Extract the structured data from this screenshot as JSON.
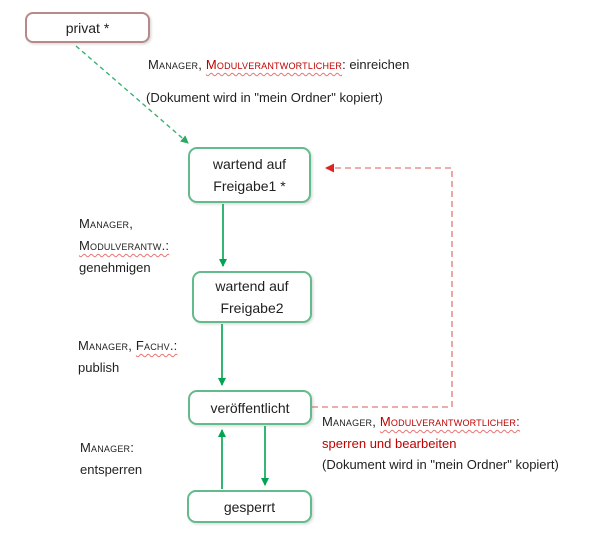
{
  "diagram": {
    "title_hint": "Dokument-Workflow Statusdiagramm",
    "states": {
      "privat": {
        "label": "privat *"
      },
      "freigabe1": {
        "line1": "wartend auf",
        "line2": "Freigabe1 *"
      },
      "freigabe2": {
        "line1": "wartend auf",
        "line2": "Freigabe2"
      },
      "veroeffentlicht": {
        "label": "veröffentlicht"
      },
      "gesperrt": {
        "label": "gesperrt"
      }
    },
    "annotations": {
      "einreichen": {
        "actor_black": "Manager, ",
        "actor_red": "Modulverantwortlicher",
        "action": ": einreichen",
        "note": "(Dokument wird in \"mein Ordner\" kopiert)"
      },
      "genehmigen": {
        "line1": "Manager,",
        "line2": "Modulverantw.:",
        "line3": "genehmigen"
      },
      "publish": {
        "line1a": "Manager, ",
        "line1b": "Fachv.:",
        "line2": "publish"
      },
      "entsperren": {
        "line1": "Manager:",
        "line2": "entsperren"
      },
      "sperren": {
        "actor_black": "Manager, ",
        "actor_red": "Modulverantwortlicher:",
        "action": "sperren und bearbeiten",
        "note": "(Dokument wird in \"mein Ordner\" kopiert)"
      }
    },
    "transitions": [
      {
        "from": "privat",
        "to": "freigabe1",
        "style": "green-dashed",
        "label": "einreichen"
      },
      {
        "from": "freigabe1",
        "to": "freigabe2",
        "style": "green-solid",
        "label": "genehmigen"
      },
      {
        "from": "freigabe2",
        "to": "veroeffentlicht",
        "style": "green-solid",
        "label": "publish"
      },
      {
        "from": "gesperrt",
        "to": "veroeffentlicht",
        "style": "green-solid",
        "label": "entsperren"
      },
      {
        "from": "veroeffentlicht",
        "to": "gesperrt",
        "style": "green-solid",
        "label": "sperren"
      },
      {
        "from": "veroeffentlicht",
        "to": "freigabe1",
        "style": "red-dashed",
        "label": "sperren und bearbeiten"
      }
    ],
    "colors": {
      "state_border_green": "#64ba8b",
      "state_border_rose": "#b78a8a",
      "arrow_green_solid": "#00a452",
      "arrow_green_dashed": "#3bb273",
      "arrow_red_dashed": "#e8908d",
      "arrow_red_head": "#e02424",
      "text_red": "#c00000",
      "text_ink": "#1f1f1f"
    }
  }
}
